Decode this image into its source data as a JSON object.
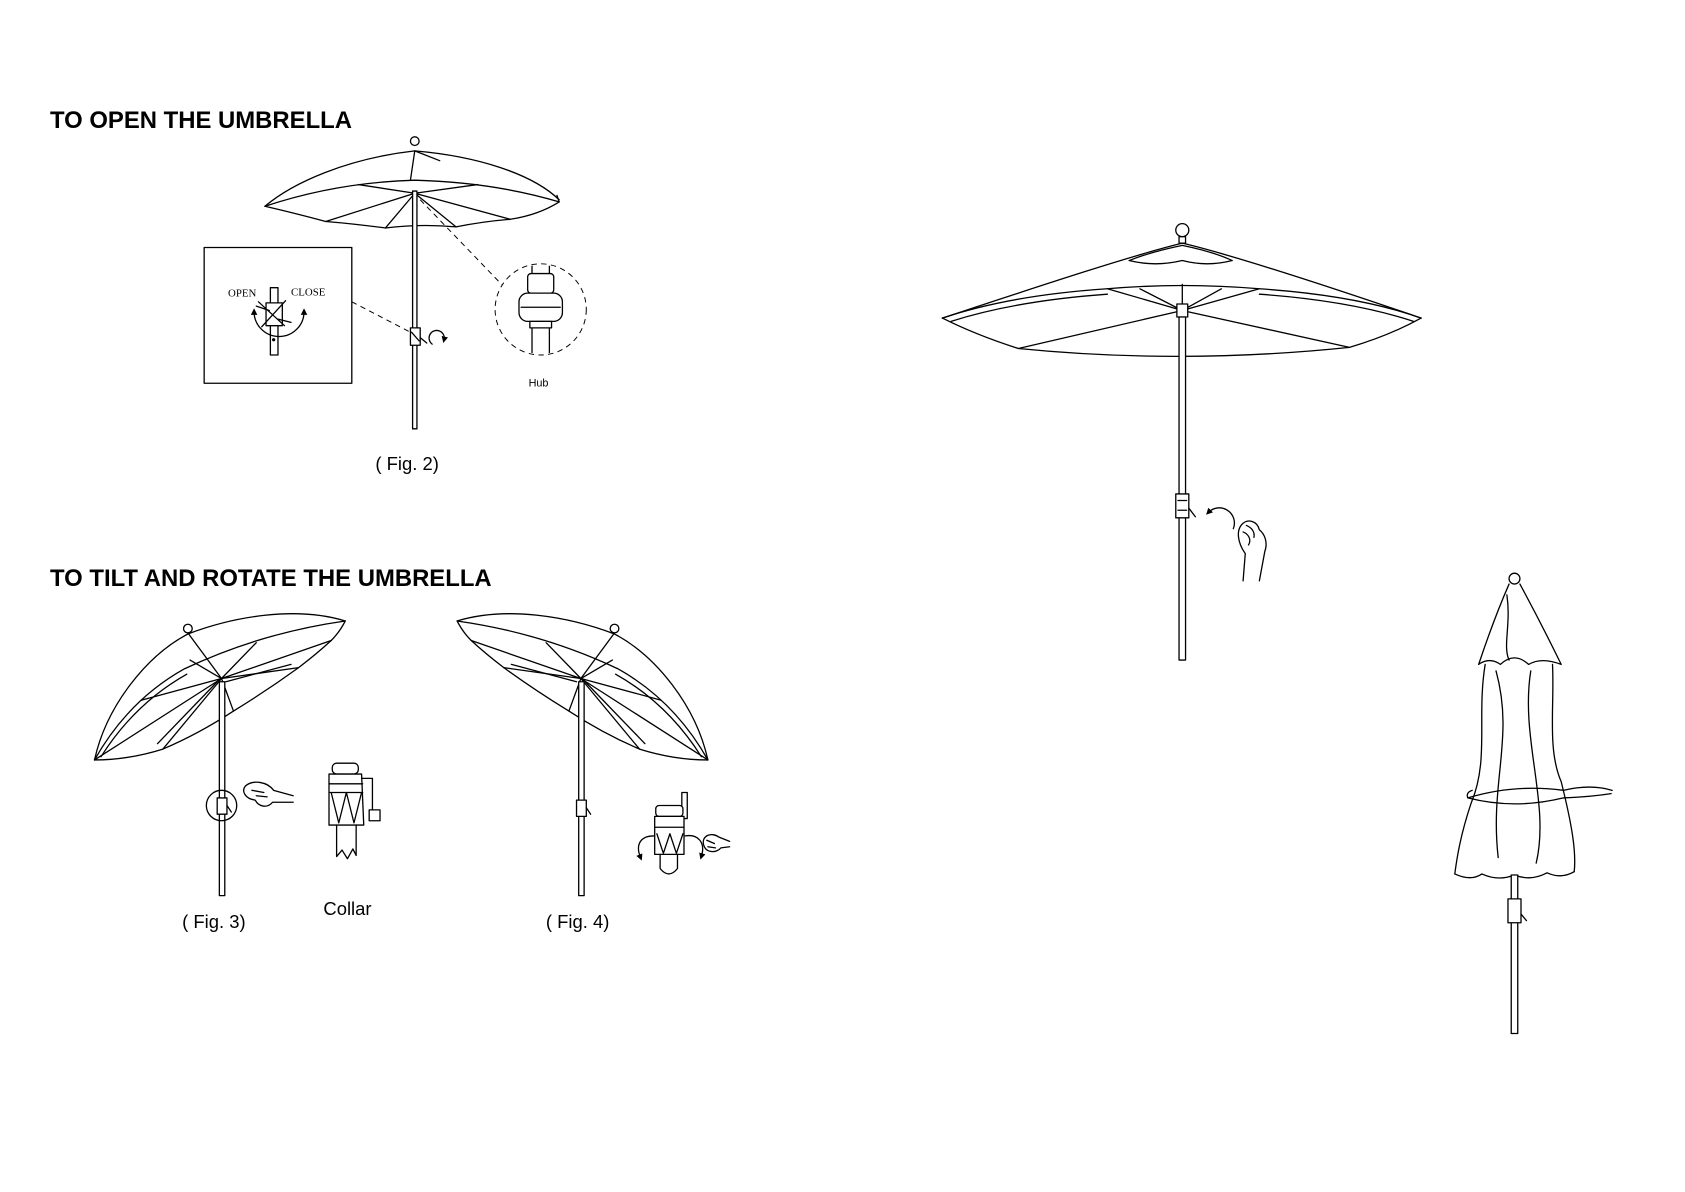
{
  "sections": {
    "open": {
      "heading": "TO OPEN THE UMBRELLA",
      "inset_open_label": "OPEN",
      "inset_close_label": "CLOSE",
      "hub_label": "Hub",
      "figure_caption": "( Fig. 2)"
    },
    "tilt": {
      "heading": "TO TILT AND ROTATE THE UMBRELLA",
      "fig3_caption": "( Fig. 3)",
      "collar_label": "Collar",
      "fig4_caption": "( Fig. 4)"
    }
  },
  "colors": {
    "line": "#000000",
    "background": "#ffffff"
  }
}
